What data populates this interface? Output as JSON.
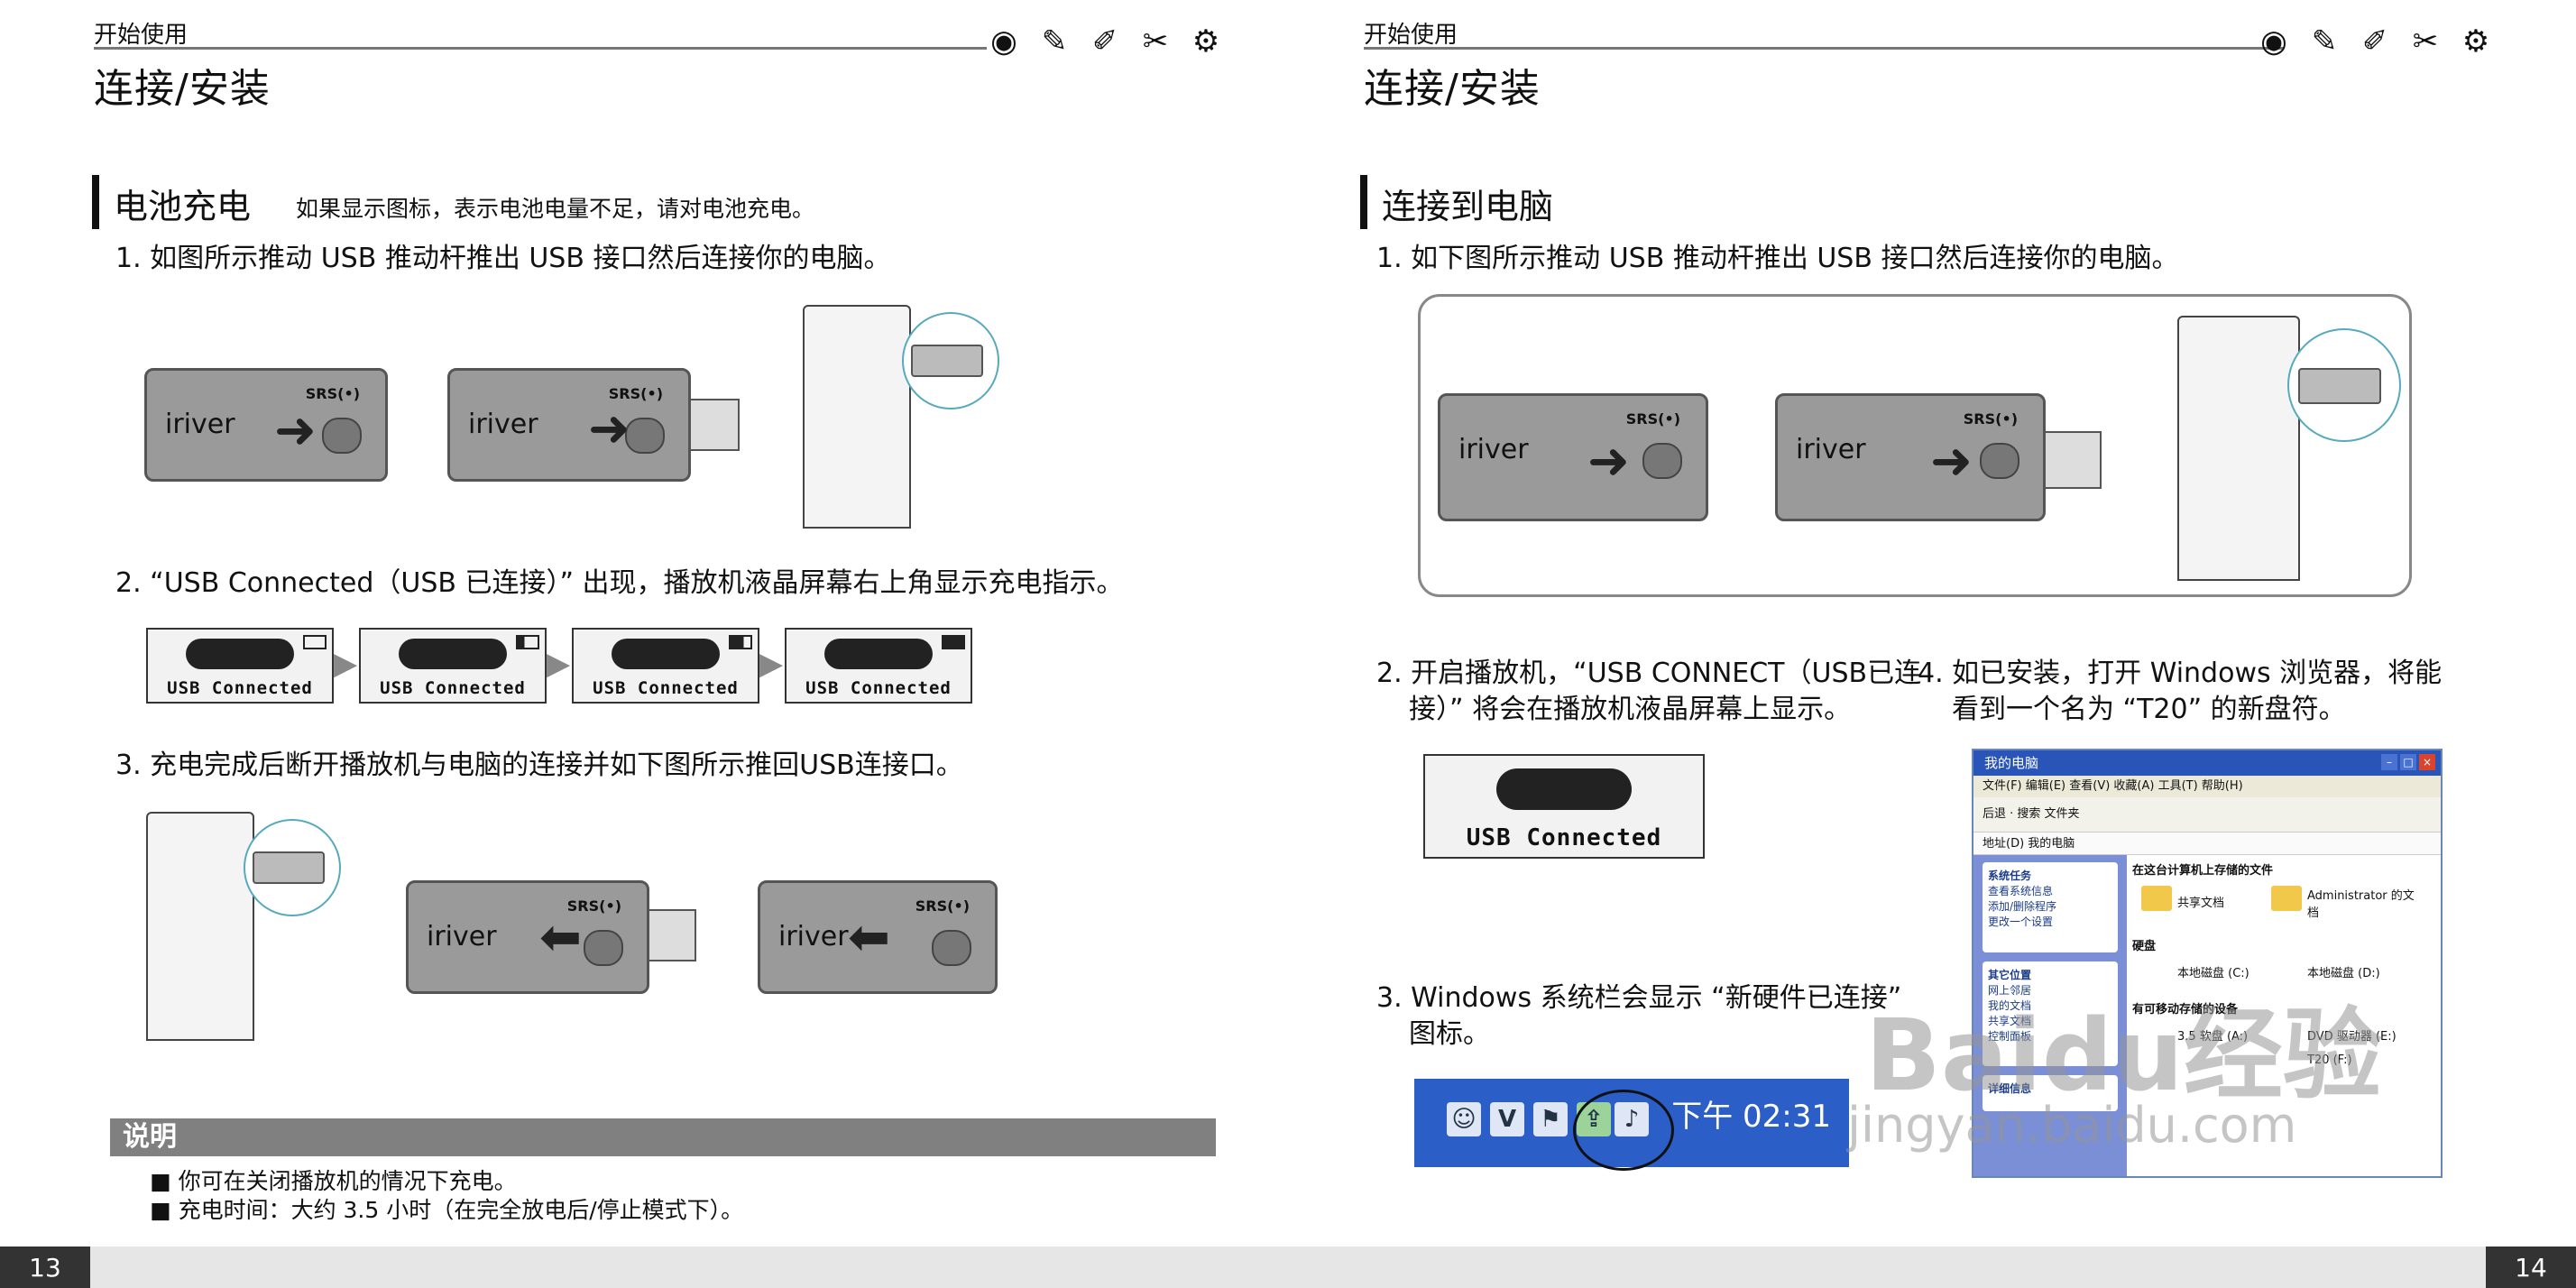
{
  "header": {
    "section_label": "开始使用",
    "title": "连接/安装",
    "icons": [
      "disc-icon",
      "notepad-icon",
      "edit-icon",
      "tools-icon",
      "gear-icon"
    ]
  },
  "left": {
    "page_number": "13",
    "section_title": "电池充电",
    "section_note": "如果显示图标，表示电池电量不足，请对电池充电。",
    "step1": "1. 如图所示推动 USB 推动杆推出 USB 接口然后连接你的电脑。",
    "step2": "2. “USB Connected（USB 已连接）” 出现，播放机液晶屏幕右上角显示充电指示。",
    "step3": "3. 充电完成后断开播放机与电脑的连接并如下图所示推回USB连接口。",
    "brand": "iriver",
    "srs_logo": "SRS(•)",
    "lcd_caption": "USB Connected",
    "note_title": "说明",
    "notes": [
      "■ 你可在关闭播放机的情况下充电。",
      "■ 充电时间：大约 3.5 小时（在完全放电后/停止模式下）。"
    ]
  },
  "right": {
    "page_number": "14",
    "section_title": "连接到电脑",
    "step1": "1. 如下图所示推动 USB 推动杆推出 USB 接口然后连接你的电脑。",
    "step2_line1": "2. 开启播放机，“USB CONNECT（USB已连",
    "step2_line2": "接）” 将会在播放机液晶屏幕上显示。",
    "step3_line1": "3. Windows 系统栏会显示 “新硬件已连接”",
    "step3_line2": "图标。",
    "step4_line1": "4. 如已安装，打开 Windows 浏览器，将能",
    "step4_line2": "看到一个名为 “T20” 的新盘符。",
    "brand": "iriver",
    "srs_logo": "SRS(•)",
    "lcd_caption": "USB Connected",
    "taskbar_time": "下午 02:31",
    "taskbar_icon_v": "V",
    "explorer": {
      "title": "我的电脑",
      "menu": "文件(F)   编辑(E)   查看(V)   收藏(A)   工具(T)   帮助(H)",
      "toolbar": "后退  ·  搜索  文件夹",
      "address": "地址(D)   我的电脑",
      "panel1_title": "系统任务",
      "panel1_items": [
        "查看系统信息",
        "添加/删除程序",
        "更改一个设置"
      ],
      "panel2_title": "其它位置",
      "panel2_items": [
        "网上邻居",
        "我的文档",
        "共享文档",
        "控制面板"
      ],
      "panel3_title": "详细信息",
      "group1": "在这台计算机上存储的文件",
      "shared_docs": "共享文档",
      "admin_docs": "Administrator 的文档",
      "group2": "硬盘",
      "disk_c": "本地磁盘 (C:)",
      "disk_d": "本地磁盘 (D:)",
      "group3": "有可移动存储的设备",
      "removable1": "3.5 软盘 (A:)",
      "removable2": "DVD 驱动器 (E:)",
      "t20": "T20 (F:)"
    },
    "watermark_text": "Baidu经验",
    "watermark_url": "jingyan.baidu.com"
  },
  "colors": {
    "player_gray": "#9a9a9a",
    "note_bar": "#808080",
    "taskbar_blue": "#2b5ec7",
    "explorer_side": "#7a8fd6"
  }
}
